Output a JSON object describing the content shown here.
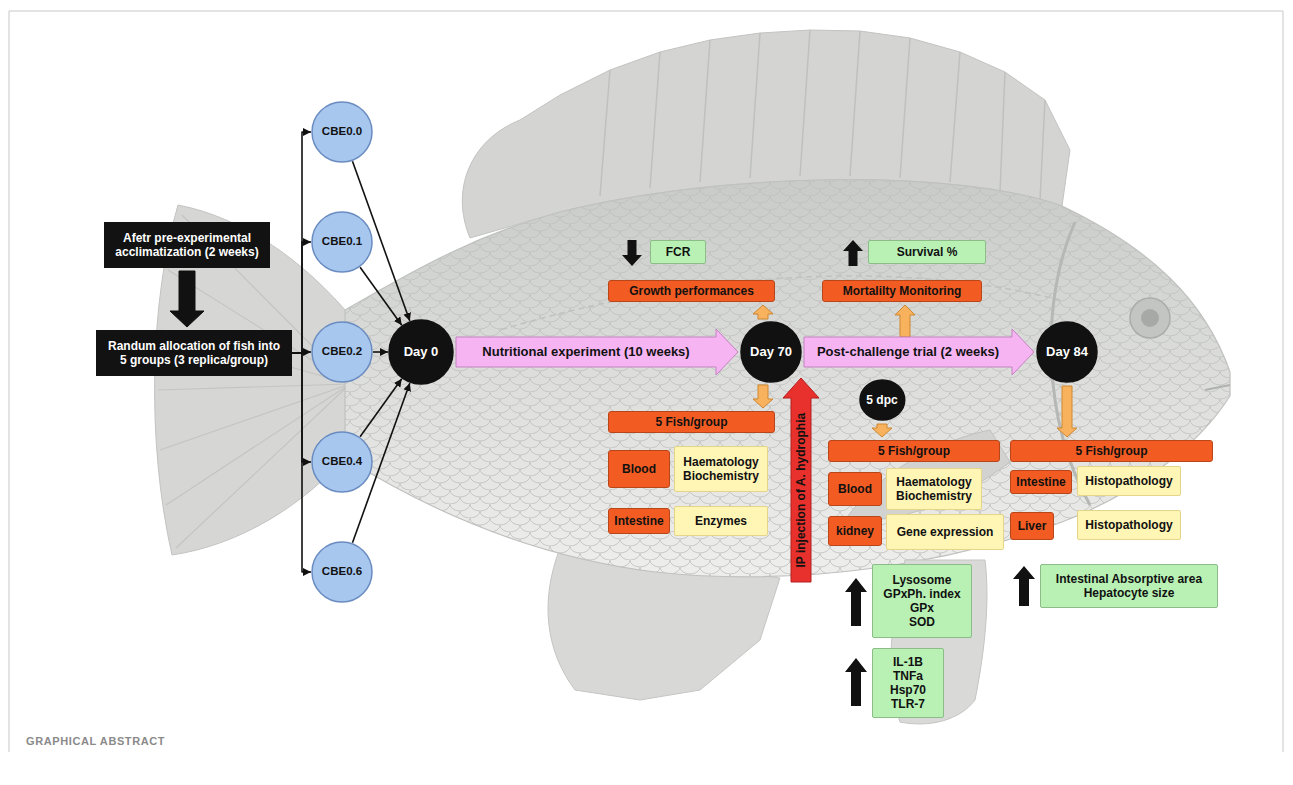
{
  "diagram": {
    "caption": "GRAPHICAL ABSTRACT",
    "nodes": [
      {
        "text": [
          "Afetr pre-experimental acclimatization (2 weeks)"
        ]
      },
      {
        "text": [
          "Randum allocation of fish into 5 groups (3 replica/group)"
        ]
      },
      {
        "text": [
          "CBE0.0"
        ]
      },
      {
        "text": [
          "CBE0.1"
        ]
      },
      {
        "text": [
          "CBE0.2"
        ]
      },
      {
        "text": [
          "CBE0.4"
        ]
      },
      {
        "text": [
          "CBE0.6"
        ]
      },
      {
        "text": [
          "Day 0"
        ]
      },
      {
        "text": [
          "Day 70"
        ]
      },
      {
        "text": [
          "Day 84"
        ]
      },
      {
        "text": [
          "FCR"
        ]
      },
      {
        "text": [
          "Growth performances"
        ]
      },
      {
        "text": [
          "5 Fish/group"
        ]
      },
      {
        "text": [
          "Blood"
        ]
      },
      {
        "text": [
          "Haematology",
          "Biochemistry"
        ]
      },
      {
        "text": [
          "Intestine"
        ]
      },
      {
        "text": [
          "Enzymes"
        ]
      },
      {
        "text": [
          "Survival %"
        ]
      },
      {
        "text": [
          "Mortalilty Monitoring"
        ]
      },
      {
        "text": [
          "5 dpc"
        ]
      },
      {
        "text": [
          "5 Fish/group"
        ]
      },
      {
        "text": [
          "Blood"
        ]
      },
      {
        "text": [
          "Haematology",
          "Biochemistry"
        ]
      },
      {
        "text": [
          "kidney"
        ]
      },
      {
        "text": [
          "Gene expression"
        ]
      },
      {
        "text": [
          "Lysosome",
          "GPxPh. index",
          "GPx",
          "SOD"
        ]
      },
      {
        "text": [
          "IL-1B",
          "TNFa",
          "Hsp70",
          "TLR-7"
        ]
      },
      {
        "text": [
          "5 Fish/group"
        ]
      },
      {
        "text": [
          "Intestine"
        ]
      },
      {
        "text": [
          "Histopathology"
        ]
      },
      {
        "text": [
          "Liver"
        ]
      },
      {
        "text": [
          "Histopathology"
        ]
      },
      {
        "text": [
          "Intestinal Absorptive area",
          "Hepatocyte size"
        ]
      }
    ],
    "edges": [
      {
        "from": 0,
        "to": 1,
        "arrow": "to"
      },
      {
        "from": 1,
        "to": 2,
        "arrow": "to"
      },
      {
        "from": 1,
        "to": 3,
        "arrow": "to"
      },
      {
        "from": 1,
        "to": 4,
        "arrow": "to"
      },
      {
        "from": 1,
        "to": 5,
        "arrow": "to"
      },
      {
        "from": 1,
        "to": 6,
        "arrow": "to"
      },
      {
        "from": 2,
        "to": 7,
        "arrow": "to"
      },
      {
        "from": 3,
        "to": 7,
        "arrow": "to"
      },
      {
        "from": 4,
        "to": 7,
        "arrow": "to"
      },
      {
        "from": 5,
        "to": 7,
        "arrow": "to"
      },
      {
        "from": 6,
        "to": 7,
        "arrow": "to"
      },
      {
        "from": 7,
        "to": 8,
        "label": "Nutritional experiment (10 weeks)",
        "arrow": "to"
      },
      {
        "from": 8,
        "to": 9,
        "label": "Post-challenge trial (2 weeks)",
        "arrow": "to"
      },
      {
        "from": 8,
        "to": 11,
        "arrow": "to"
      },
      {
        "from": 8,
        "to": 12,
        "arrow": "to"
      },
      {
        "from": 19,
        "to": 20,
        "arrow": "to"
      },
      {
        "from": 9,
        "to": 27,
        "arrow": "to"
      }
    ],
    "labels": [
      "IP injection of A. hydrophia"
    ]
  }
}
